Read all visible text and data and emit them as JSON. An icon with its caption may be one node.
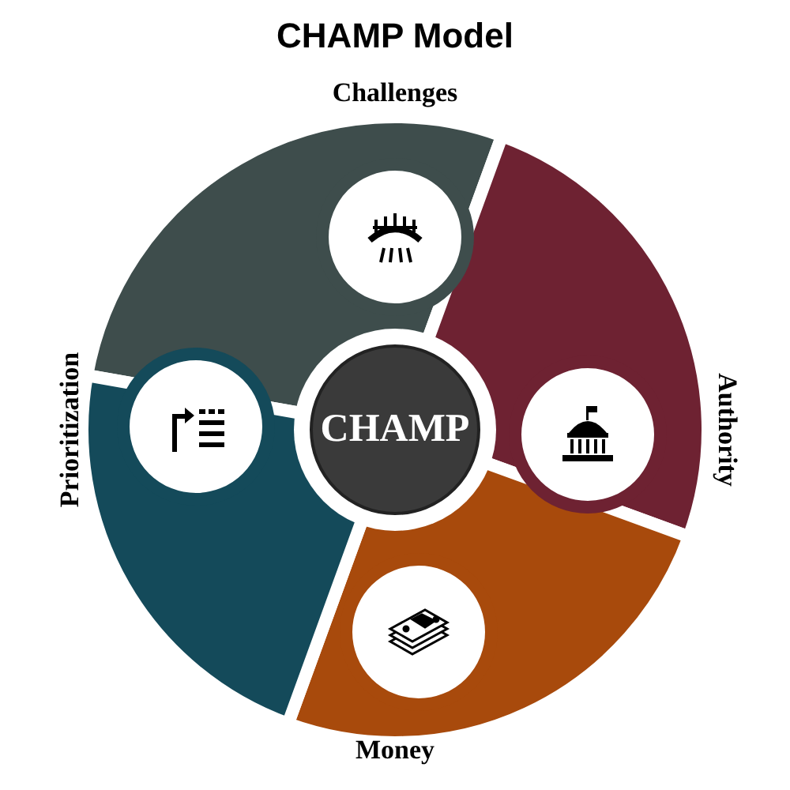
{
  "diagram": {
    "title": "CHAMP Model",
    "nodes": [
      {
        "text": [
          "CHAMP"
        ]
      }
    ],
    "labels": [
      "Challenges",
      "Prioritization",
      "Authority",
      "Money"
    ]
  }
}
